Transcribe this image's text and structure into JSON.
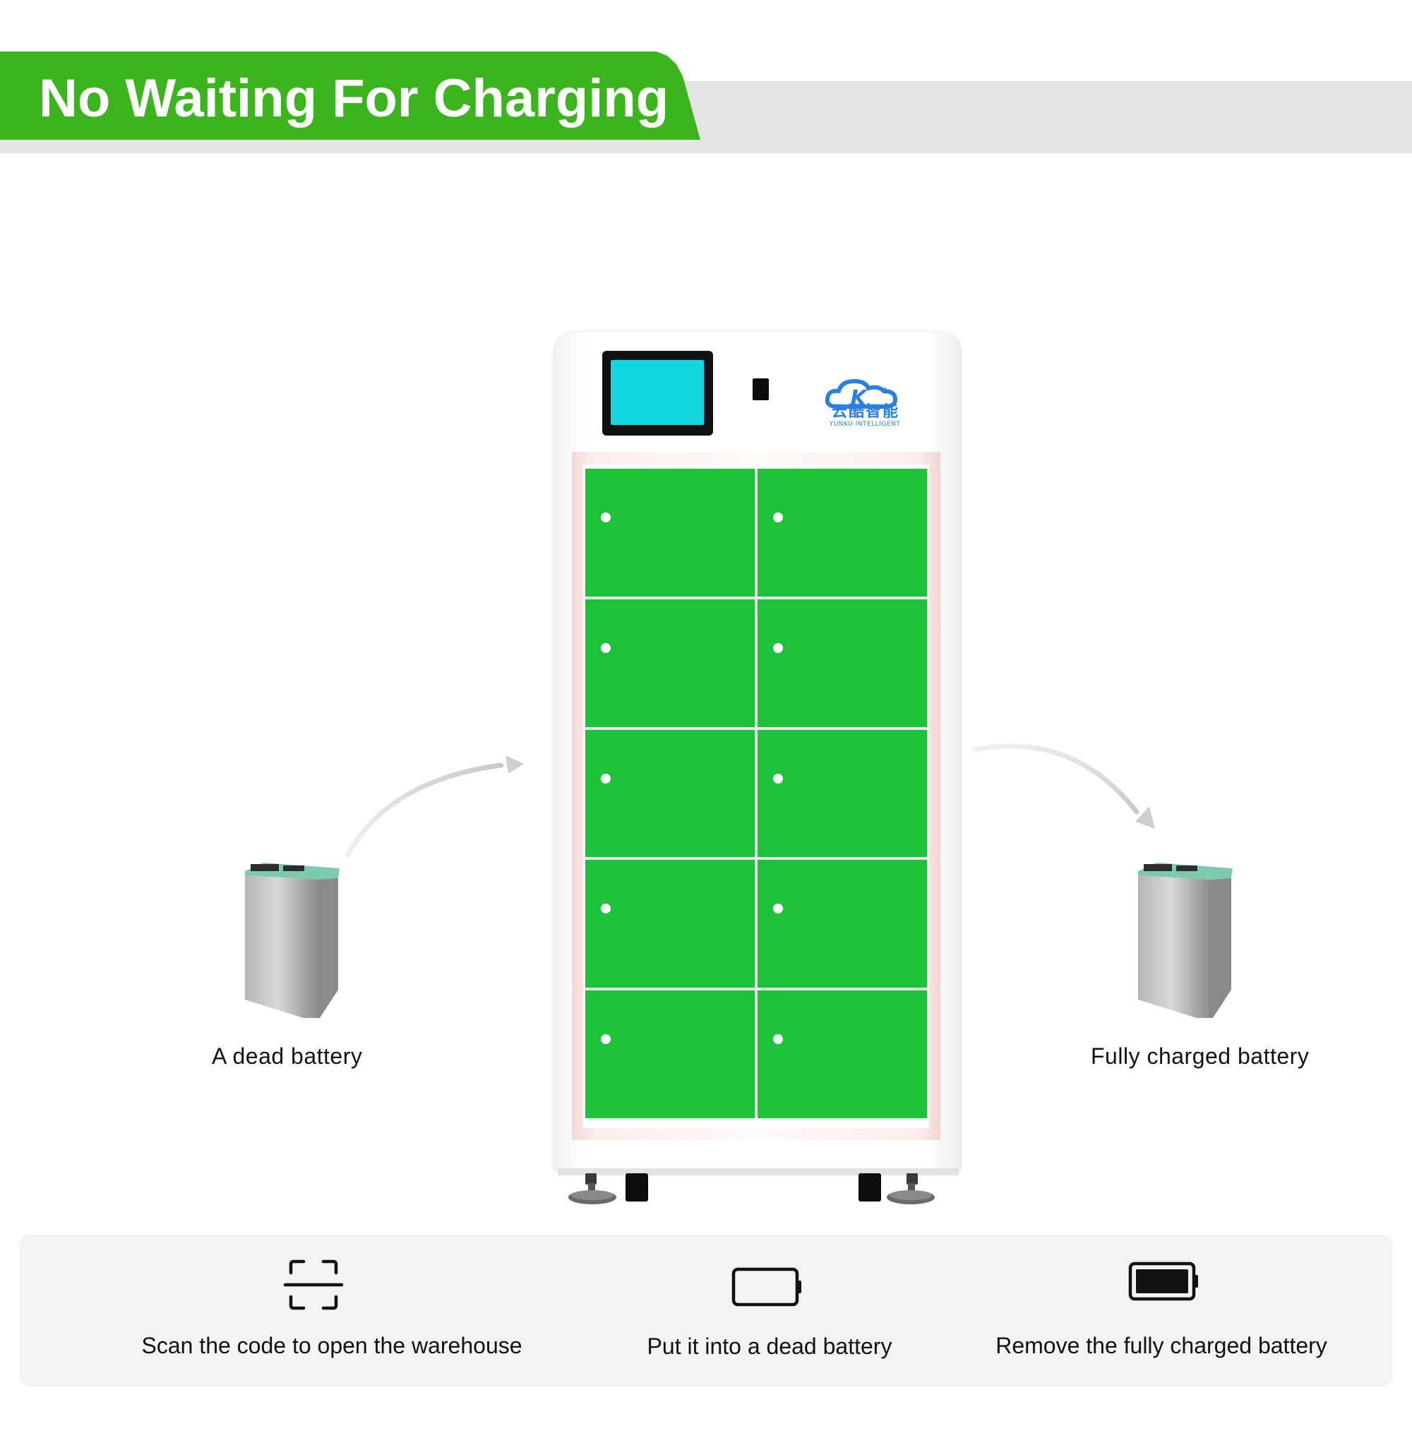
{
  "header": {
    "title": "No Waiting For Charging",
    "accent_color": "#3bb41d",
    "band_color": "#e4e4e4"
  },
  "cabinet": {
    "screen_color": "#12d6e0",
    "locker_color": "#1cc23a",
    "locker_count": 10,
    "brand": {
      "name_cn": "云酷智能",
      "name_en": "YUNKU INTELLIGENT",
      "color": "#2a7fe0"
    }
  },
  "batteries": {
    "left_caption": "A dead battery",
    "right_caption": "Fully charged battery"
  },
  "steps": [
    {
      "icon": "scan-frame-icon",
      "label": "Scan the code to open the warehouse"
    },
    {
      "icon": "empty-battery-icon",
      "label": "Put it into a dead battery"
    },
    {
      "icon": "full-battery-icon",
      "label": "Remove the fully charged battery"
    }
  ]
}
